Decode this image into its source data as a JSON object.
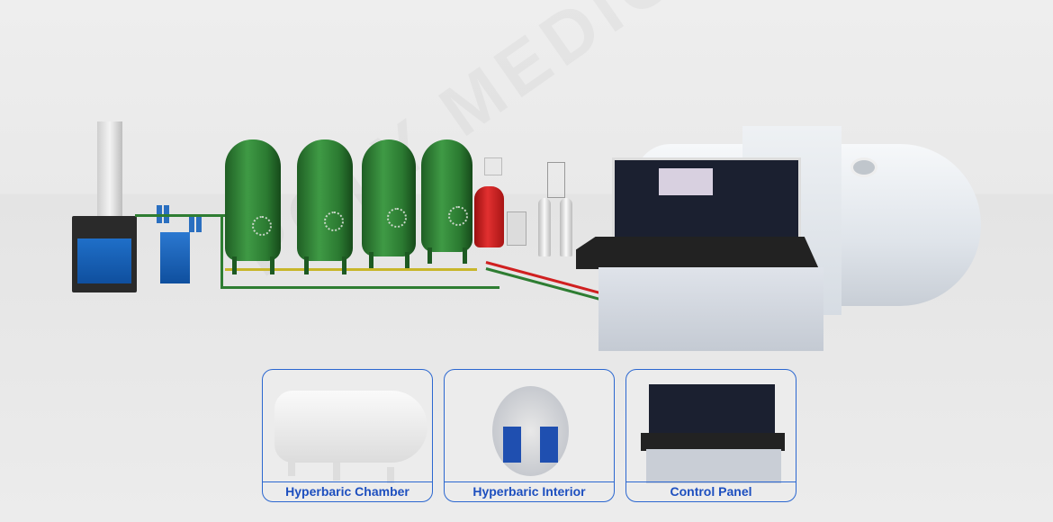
{
  "watermark": "POLY MEDICAL",
  "cards": [
    {
      "label": "Hyperbaric Chamber"
    },
    {
      "label": "Hyperbaric Interior"
    },
    {
      "label": "Control Panel"
    }
  ],
  "colors": {
    "accent": "#1d4fbf",
    "tank_green": "#2e8b35",
    "tank_red": "#d02020"
  }
}
